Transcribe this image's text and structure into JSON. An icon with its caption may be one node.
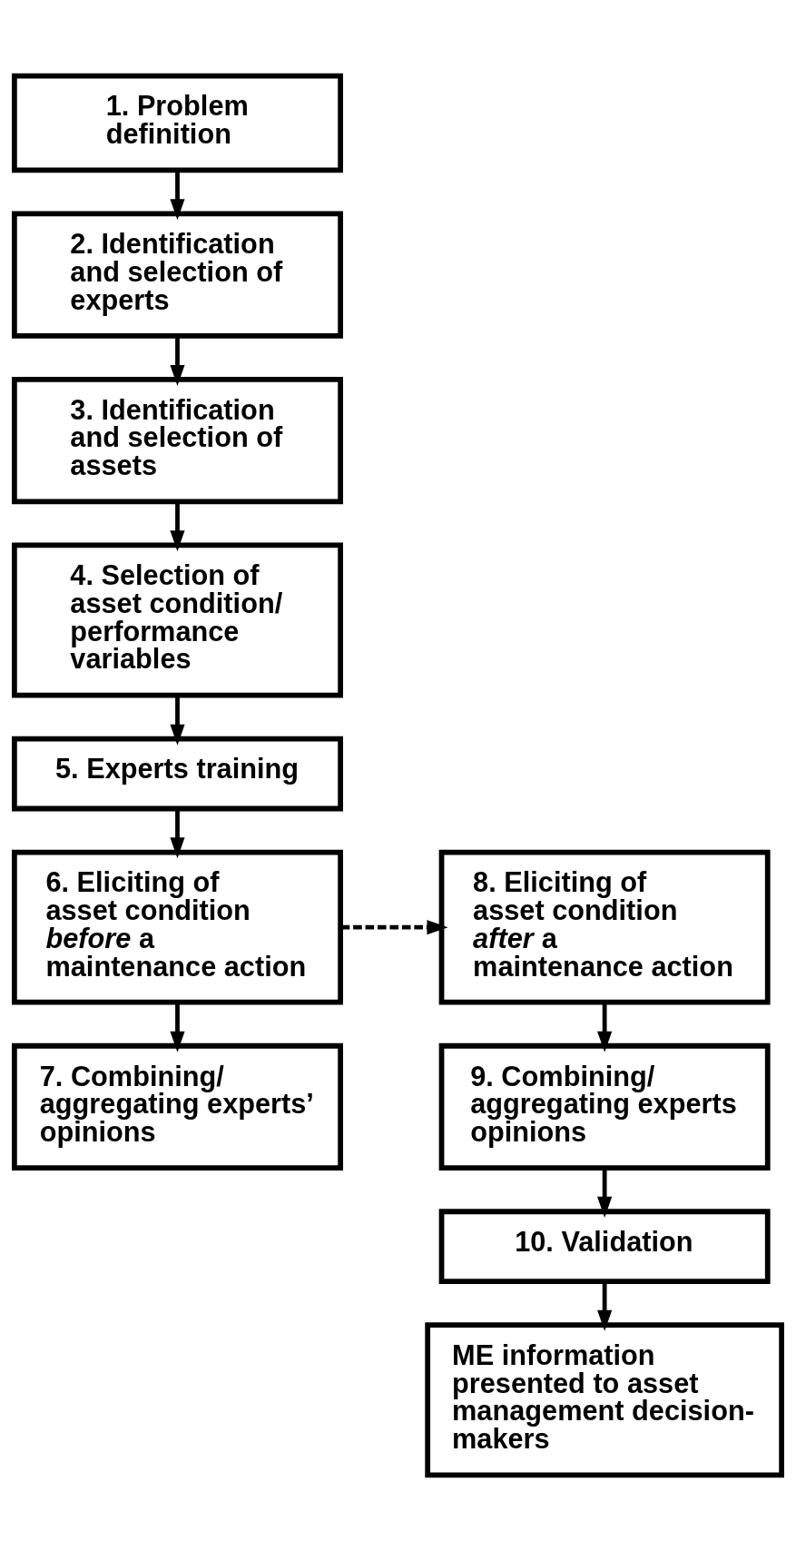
{
  "diagram": {
    "nodes": [
      {
        "text": [
          "1. Problem definition"
        ]
      },
      {
        "text": [
          "2. Identification and selection of experts"
        ]
      },
      {
        "text": [
          "3. Identification and selection of assets"
        ]
      },
      {
        "text": [
          "4. Selection of asset condition/ performance variables"
        ]
      },
      {
        "text": [
          "5. Experts training"
        ]
      },
      {
        "text": [
          "6. Eliciting of asset condition *before* a maintenance action"
        ]
      },
      {
        "text": [
          "7. Combining/ aggregating experts’ opinions"
        ]
      },
      {
        "text": [
          "8. Eliciting of asset condition *after* a maintenance action"
        ]
      },
      {
        "text": [
          "9. Combining/ aggregating experts opinions"
        ]
      },
      {
        "text": [
          "10. Validation"
        ]
      },
      {
        "text": [
          "ME information presented to asset management decision-makers"
        ]
      }
    ],
    "edges": [
      {
        "from": 0,
        "to": 1,
        "arrow": "to"
      },
      {
        "from": 1,
        "to": 2,
        "arrow": "to"
      },
      {
        "from": 2,
        "to": 3,
        "arrow": "to"
      },
      {
        "from": 3,
        "to": 4,
        "arrow": "to"
      },
      {
        "from": 4,
        "to": 5,
        "arrow": "to"
      },
      {
        "from": 5,
        "to": 6,
        "arrow": "to"
      },
      {
        "from": 5,
        "to": 7,
        "arrow": "to",
        "style": "dashed"
      },
      {
        "from": 7,
        "to": 8,
        "arrow": "to"
      },
      {
        "from": 8,
        "to": 9,
        "arrow": "to"
      },
      {
        "from": 9,
        "to": 10,
        "arrow": "to"
      }
    ]
  }
}
